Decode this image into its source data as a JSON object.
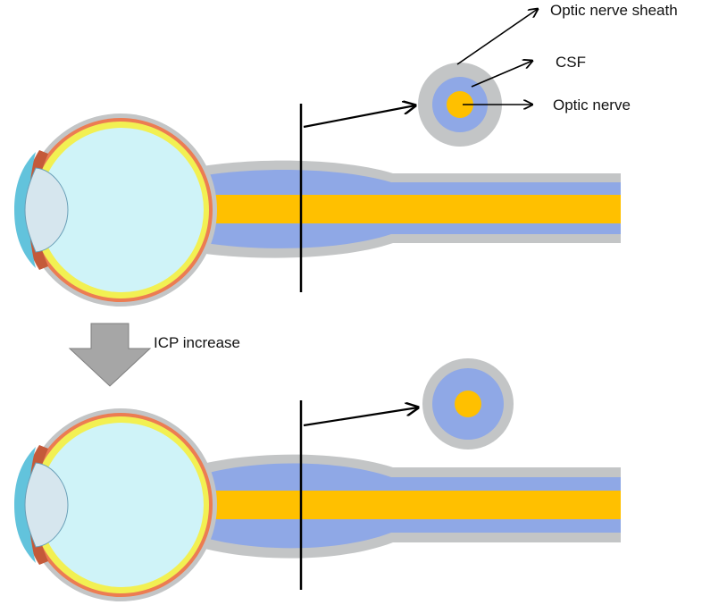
{
  "labels": {
    "sheath": "Optic nerve sheath",
    "csf": "CSF",
    "nerve": "Optic nerve",
    "icp": "ICP increase"
  },
  "colors": {
    "sheath": "#c3c5c6",
    "csf": "#8fa8e6",
    "nerve": "#ffc000",
    "vitreous": "#cff3f8",
    "retina": "#f2f052",
    "choroid": "#ec7c52",
    "cornea": "#62c3dc",
    "lens": "#d6e6ee",
    "arrow_fill": "#a6a6a6"
  }
}
